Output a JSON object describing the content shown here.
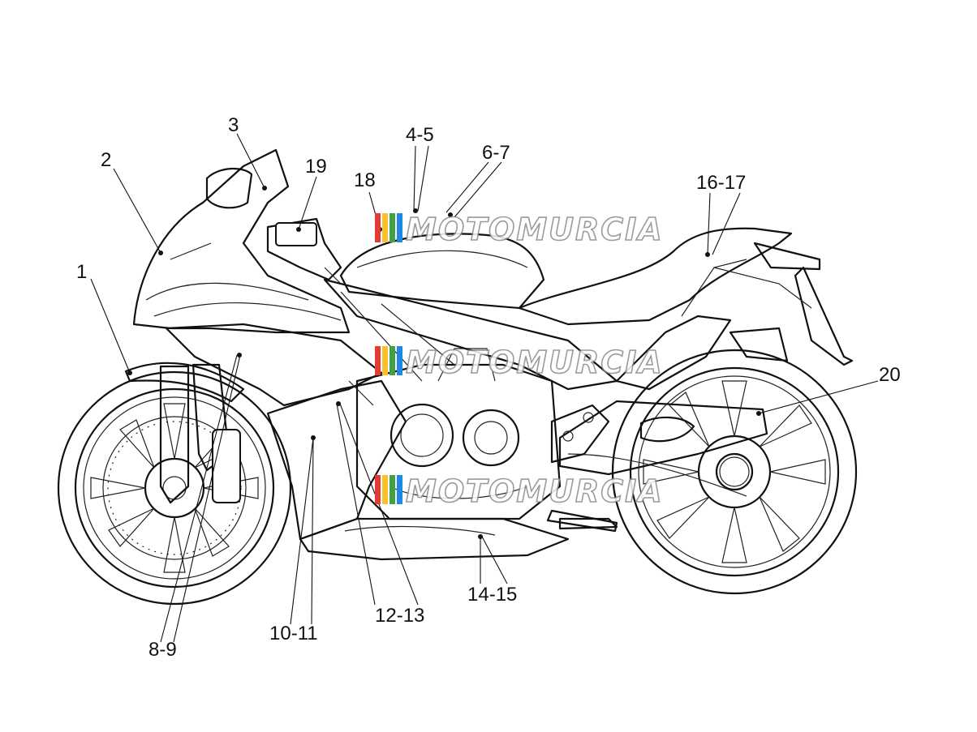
{
  "callouts": [
    {
      "id": "c1",
      "label": "1"
    },
    {
      "id": "c2",
      "label": "2"
    },
    {
      "id": "c3",
      "label": "3"
    },
    {
      "id": "c4",
      "label": "4-5"
    },
    {
      "id": "c6",
      "label": "6-7"
    },
    {
      "id": "c8",
      "label": "8-9"
    },
    {
      "id": "c10",
      "label": "10-11"
    },
    {
      "id": "c12",
      "label": "12-13"
    },
    {
      "id": "c14",
      "label": "14-15"
    },
    {
      "id": "c16",
      "label": "16-17"
    },
    {
      "id": "c18",
      "label": "18"
    },
    {
      "id": "c19",
      "label": "19"
    },
    {
      "id": "c20",
      "label": "20"
    }
  ],
  "watermark": {
    "text": "MOTOMURCIA",
    "stripe_colors": [
      "#e53935",
      "#fbc02d",
      "#43a047",
      "#1e88e5"
    ]
  }
}
